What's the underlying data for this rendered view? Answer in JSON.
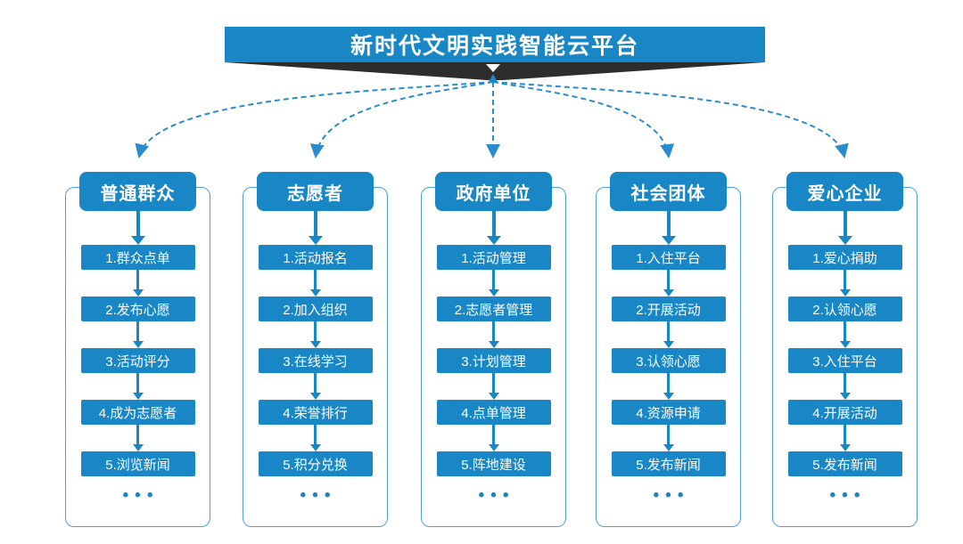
{
  "title": "新时代文明实践智能云平台",
  "colors": {
    "primary_blue": "#1987c5",
    "connector_blue": "#2a8ccd",
    "outline_blue": "#4f9fd4",
    "wedge_dark": "#2d2d2d",
    "text_on_blue": "#ffffff"
  },
  "icons": {
    "wedge_down_arrow": "▼",
    "flow_arrow": "↓"
  },
  "columns": [
    {
      "header": "普通群众",
      "items": [
        "1.群众点单",
        "2.发布心愿",
        "3.活动评分",
        "4.成为志愿者",
        "5.浏览新闻"
      ],
      "more": "•••"
    },
    {
      "header": "志愿者",
      "items": [
        "1.活动报名",
        "2.加入组织",
        "3.在线学习",
        "4.荣誉排行",
        "5.积分兑换"
      ],
      "more": "•••"
    },
    {
      "header": "政府单位",
      "items": [
        "1.活动管理",
        "2.志愿者管理",
        "3.计划管理",
        "4.点单管理",
        "5.阵地建设"
      ],
      "more": "•••"
    },
    {
      "header": "社会团体",
      "items": [
        "1.入住平台",
        "2.开展活动",
        "3.认领心愿",
        "4.资源申请",
        "5.发布新闻"
      ],
      "more": "•••"
    },
    {
      "header": "爱心企业",
      "items": [
        "1.爱心捐助",
        "2.认领心愿",
        "3.入住平台",
        "4.开展活动",
        "5.发布新闻"
      ],
      "more": "•••"
    }
  ]
}
